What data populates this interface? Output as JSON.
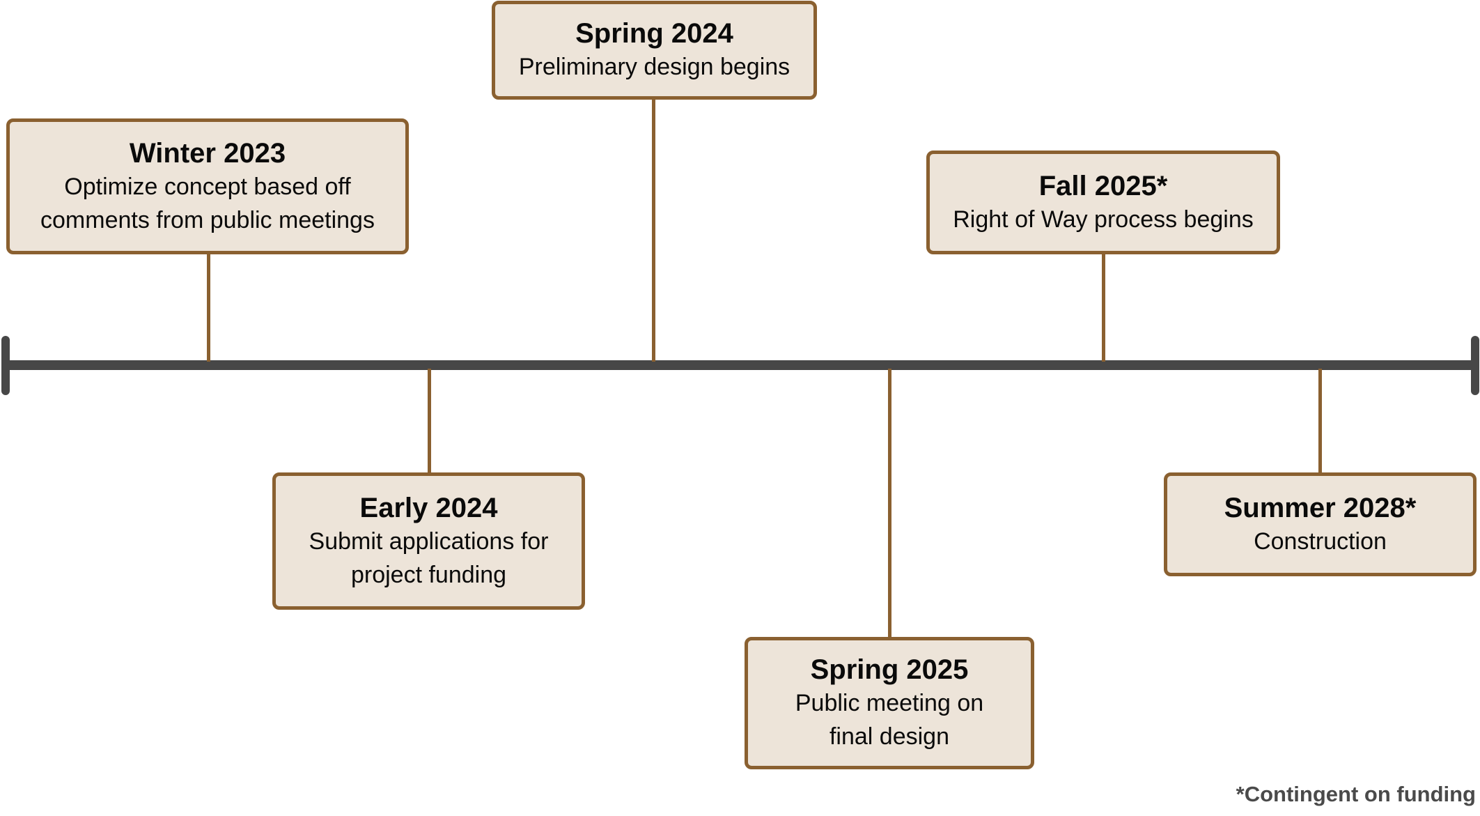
{
  "colors": {
    "timeline_bar": "#474747",
    "box_fill": "#ede4d9",
    "box_border": "#8a6030",
    "connector": "#8a6030",
    "text": "#0a0a0a",
    "footnote_text": "#4a4a4a"
  },
  "milestones": [
    {
      "title": "Winter 2023",
      "lines": [
        "Optimize concept based off",
        "comments from public meetings"
      ],
      "position": "above"
    },
    {
      "title": "Early 2024",
      "lines": [
        "Submit applications for",
        "project funding"
      ],
      "position": "below"
    },
    {
      "title": "Spring 2024",
      "lines": [
        "Preliminary design begins"
      ],
      "position": "above"
    },
    {
      "title": "Spring 2025",
      "lines": [
        "Public meeting on",
        "final design"
      ],
      "position": "below"
    },
    {
      "title": "Fall 2025*",
      "lines": [
        "Right of Way process begins"
      ],
      "position": "above"
    },
    {
      "title": "Summer 2028*",
      "lines": [
        "Construction"
      ],
      "position": "below"
    }
  ],
  "footnote": "*Contingent on funding"
}
